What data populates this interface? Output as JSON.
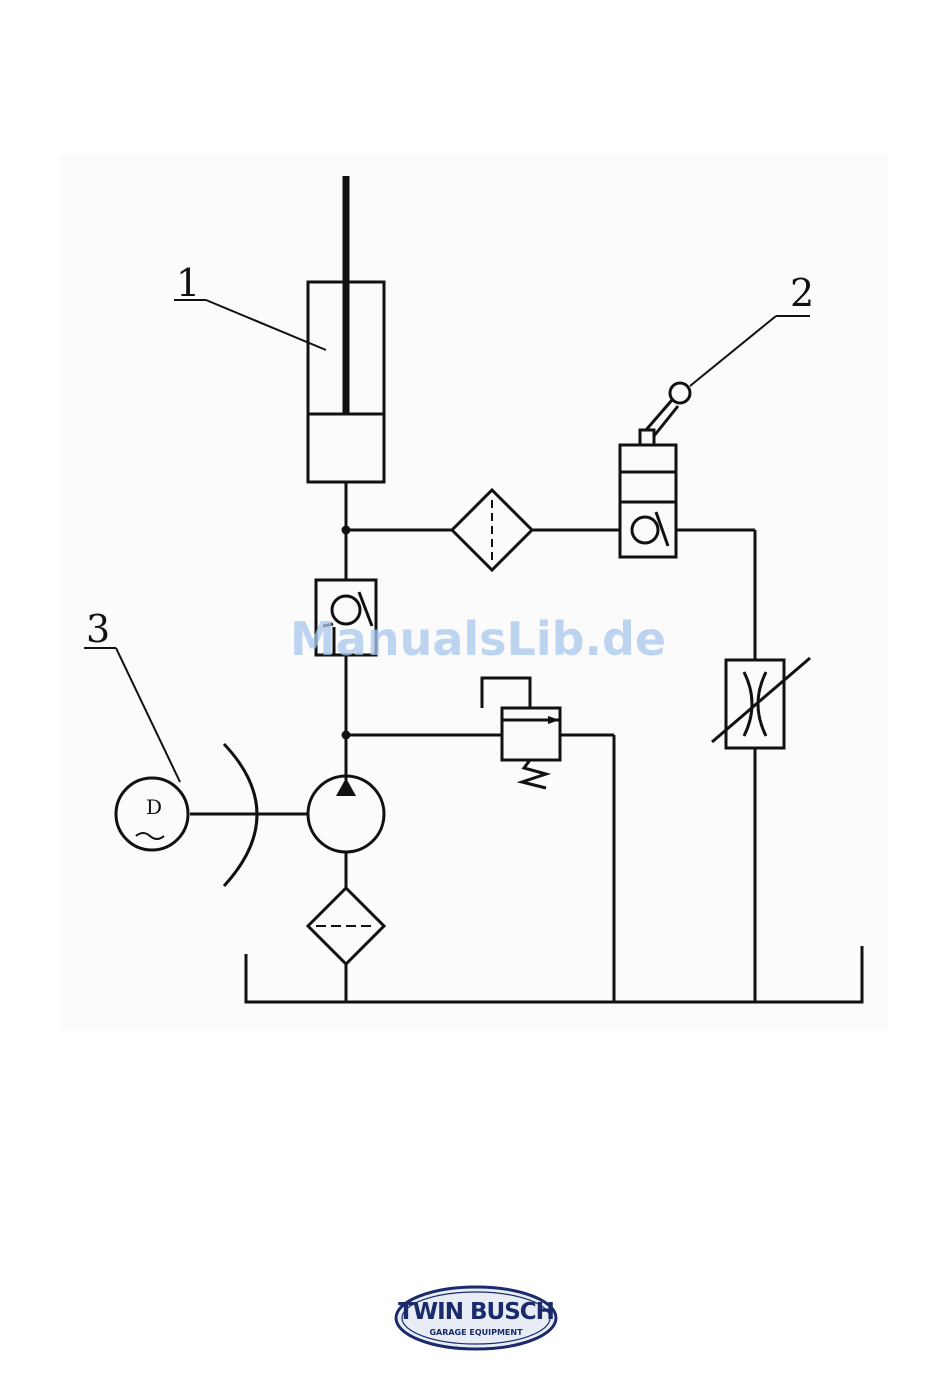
{
  "diagram": {
    "labels": {
      "cylinder": "1",
      "lowering_valve": "2",
      "motor": "3"
    },
    "motor_symbol": "D"
  },
  "watermark": "ManualsLib.de",
  "logo": {
    "brand": "TWIN BUSCH",
    "tagline": "GARAGE EQUIPMENT"
  },
  "colors": {
    "line": "#111111",
    "watermark": "#a9c8ee",
    "logo": "#1a2a6a"
  }
}
